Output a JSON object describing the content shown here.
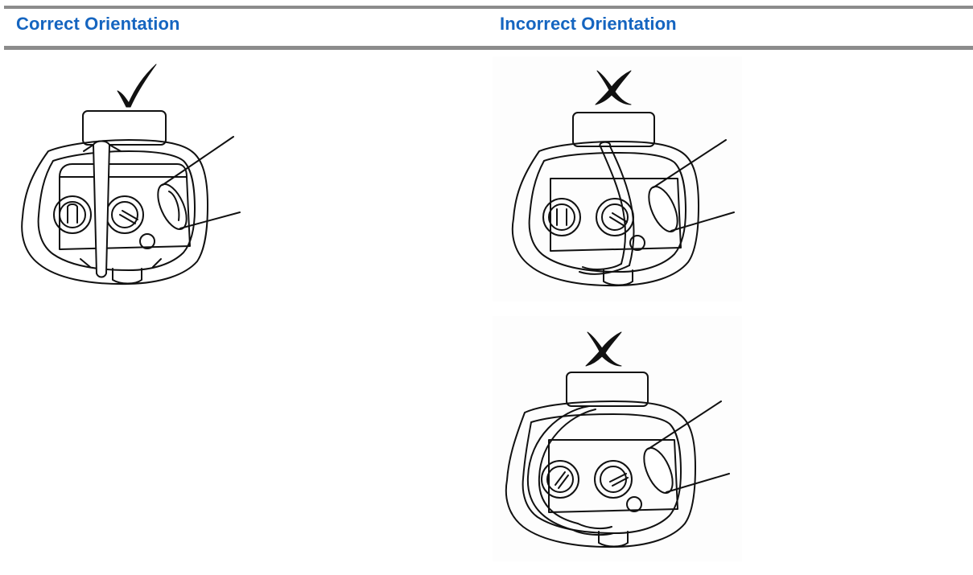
{
  "table": {
    "headers": {
      "correct": "Correct Orientation",
      "incorrect": "Incorrect Orientation"
    }
  },
  "colors": {
    "header_text": "#1565c0",
    "rule": "#8c8c8c",
    "line_art": "#111111"
  },
  "figures": [
    {
      "mark_icon": "check-mark-icon",
      "orientation": "correct"
    },
    {
      "mark_icon": "x-mark-icon",
      "orientation": "incorrect"
    },
    {
      "mark_icon": "x-mark-icon",
      "orientation": "incorrect"
    }
  ]
}
